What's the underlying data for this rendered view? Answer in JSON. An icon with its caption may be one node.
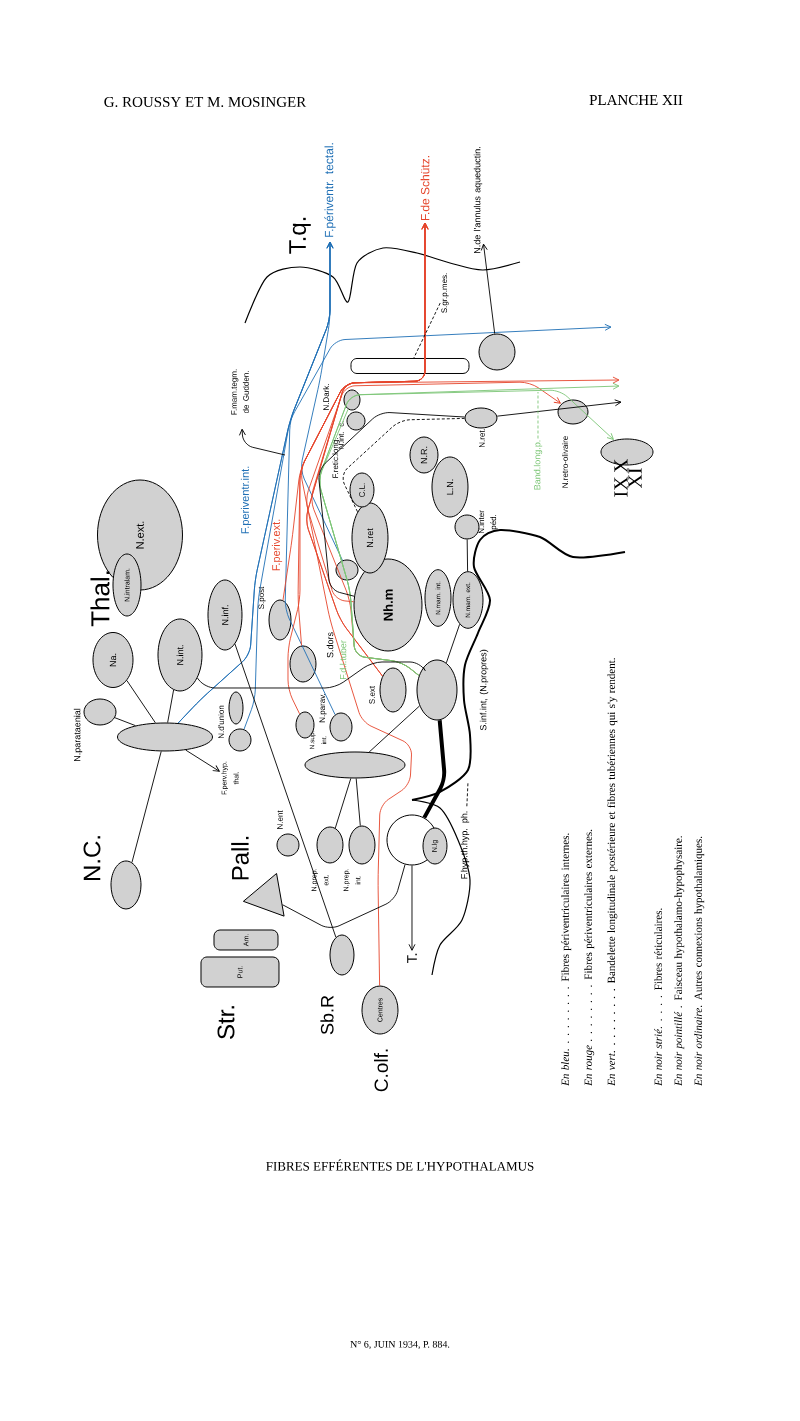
{
  "diagram": {
    "caption": "FIBRES EFFÉRENTES DE L'HYPOTHALAMUS",
    "nodes": [
      {
        "text": [
          "N.ext."
        ]
      },
      {
        "text": [
          "N.intralam."
        ]
      },
      {
        "text": [
          "Na."
        ]
      },
      {
        "text": [
          "N.int."
        ]
      },
      {
        "text": [
          "N.inf."
        ]
      },
      {
        "text": [],
        "shape": "ellipse"
      },
      {
        "text": [],
        "shape": "ellipse",
        "beside": [
          "N.parataenial"
        ]
      },
      {
        "text": [],
        "shape": "ellipse"
      },
      {
        "text": [],
        "shape": "circle",
        "beside": [
          "N.d'union"
        ]
      },
      {
        "text": [],
        "shape": "ellipse",
        "beside": [
          "S.post"
        ]
      },
      {
        "text": [],
        "shape": "ellipse",
        "beside": [
          "S.dors"
        ]
      },
      {
        "text": [],
        "shape": "ellipse",
        "beside": [
          "N.sup. int."
        ]
      },
      {
        "text": [],
        "shape": "ellipse",
        "beside": [
          "N.parav."
        ]
      },
      {
        "text": [],
        "shape": "ellipse",
        "beside": [
          "S.ext"
        ]
      },
      {
        "text": [
          "Nh.m"
        ]
      },
      {
        "text": [],
        "shape": "ellipse"
      },
      {
        "text": [
          "N.ret"
        ]
      },
      {
        "text": [
          "C.L."
        ]
      },
      {
        "text": [
          "N.R."
        ]
      },
      {
        "text": [
          "L.N."
        ]
      },
      {
        "text": [],
        "shape": "ellipse",
        "beside": [
          "N.ret."
        ]
      },
      {
        "text": [],
        "shape": "ellipse",
        "beside": [
          "N.retro-olivaire"
        ]
      },
      {
        "text": [],
        "shape": "ellipse",
        "beside": [
          "IX X XI"
        ]
      },
      {
        "text": [],
        "shape": "circle",
        "beside": [
          "N.inter péd."
        ]
      },
      {
        "text": [
          "N.mam. int."
        ]
      },
      {
        "text": [
          "N.mam. ext."
        ]
      },
      {
        "text": [],
        "shape": "ellipse",
        "beside": [
          "S.inf.int, (N.propres)"
        ]
      },
      {
        "text": [],
        "shape": "ellipse"
      },
      {
        "text": [],
        "shape": "ellipse",
        "beside": [
          "N.prep. ext."
        ]
      },
      {
        "text": [],
        "shape": "ellipse",
        "beside": [
          "N.prep. int."
        ]
      },
      {
        "text": [],
        "shape": "circle",
        "beside": [
          "N.ent"
        ]
      },
      {
        "text": [],
        "shape": "circle"
      },
      {
        "text": [
          "N.lg"
        ]
      },
      {
        "text": [],
        "shape": "ellipse",
        "beside": [
          "N.C."
        ]
      },
      {
        "text": [],
        "shape": "triangle",
        "beside": [
          "Pall."
        ]
      },
      {
        "text": [
          "Am."
        ]
      },
      {
        "text": [
          "Put."
        ]
      },
      {
        "text": [],
        "shape": "ellipse",
        "beside": [
          "Sb.R"
        ]
      },
      {
        "text": [
          "Centres"
        ],
        "beside": [
          "C.olf."
        ]
      },
      {
        "text": [
          "T."
        ]
      },
      {
        "text": [],
        "shape": "circle"
      },
      {
        "text": [
          "N.de l'annulus aqueductin."
        ]
      },
      {
        "text": [
          "F.de Schütz."
        ]
      },
      {
        "text": [
          "F.périventr. tectal."
        ]
      },
      {
        "text": [
          "F.mam.tegm. de Gudden."
        ]
      },
      {
        "text": [],
        "shape": "ellipse",
        "beside": [
          "N.Dark."
        ]
      },
      {
        "text": [],
        "shape": "circle",
        "beside": [
          "N.int. c."
        ]
      },
      {
        "text": [
          "F.hyp.th.hyp. ph."
        ]
      },
      {
        "text": [
          "S.gr.p.mes."
        ]
      },
      {
        "text": [
          "Band.long.p."
        ]
      },
      {
        "text": [
          "F.perv.hyp. thal."
        ]
      },
      {
        "text": [],
        "shape": "box"
      }
    ],
    "edges": [
      {
        "from": 7,
        "to": 43,
        "arrow": "to",
        "color": "#1f6fb5"
      },
      {
        "from": 8,
        "to": 43,
        "arrow": "to",
        "color": "#1f6fb5"
      },
      {
        "from": 12,
        "to": 43,
        "arrow": "to",
        "color": "#1f6fb5"
      },
      {
        "from": 15,
        "to": 43,
        "arrow": "to",
        "color": "#1f6fb5"
      },
      {
        "from": 7,
        "to": null,
        "arrow": "to",
        "color": "#1f6fb5"
      },
      {
        "from": 38,
        "to": 42,
        "arrow": "to",
        "color": "#e5452b"
      },
      {
        "from": 9,
        "to": 42,
        "arrow": "to",
        "color": "#e5452b"
      },
      {
        "from": 10,
        "to": 42,
        "arrow": "to",
        "color": "#e5452b"
      },
      {
        "from": 11,
        "to": 42,
        "arrow": "to",
        "color": "#e5452b"
      },
      {
        "from": 13,
        "to": 42,
        "arrow": "to",
        "color": "#e5452b"
      },
      {
        "from": 26,
        "to": 42,
        "arrow": "to",
        "color": "#e5452b"
      },
      {
        "from": 14,
        "to": 21,
        "arrow": "to",
        "color": "#e5452b"
      },
      {
        "from": 13,
        "to": null,
        "arrow": "to",
        "color": "#e5452b"
      },
      {
        "from": 26,
        "to": 22,
        "arrow": "to",
        "color": "#7cc576"
      },
      {
        "from": 26,
        "to": null,
        "arrow": "to",
        "color": "#7cc576"
      },
      {
        "from": 26,
        "to": 45,
        "arrow": "none",
        "color": "#7cc576"
      },
      {
        "from": 40,
        "to": 41,
        "arrow": "to"
      },
      {
        "from": 20,
        "to": null,
        "arrow": "to"
      },
      {
        "from": 14,
        "to": 20,
        "arrow": "none"
      },
      {
        "from": 33,
        "to": 7,
        "arrow": "none"
      },
      {
        "from": 2,
        "to": 7,
        "arrow": "none"
      },
      {
        "from": 3,
        "to": 7,
        "arrow": "none"
      },
      {
        "from": 6,
        "to": 7,
        "arrow": "none"
      },
      {
        "from": 3,
        "to": 26,
        "arrow": "none"
      },
      {
        "from": 34,
        "to": 31,
        "arrow": "none"
      },
      {
        "from": 37,
        "to": 4,
        "arrow": "none"
      },
      {
        "from": 28,
        "to": 27,
        "arrow": "none"
      },
      {
        "from": 29,
        "to": 27,
        "arrow": "none"
      },
      {
        "from": 23,
        "to": 25,
        "arrow": "none"
      },
      {
        "from": 25,
        "to": 26,
        "arrow": "none"
      },
      {
        "from": 26,
        "to": 31,
        "arrow": "none",
        "style": "thick"
      },
      {
        "from": 16,
        "to": 20,
        "arrow": "none",
        "style": "dashed"
      },
      {
        "from": 31,
        "to": 39,
        "arrow": "to"
      },
      {
        "from": 7,
        "to": 50,
        "arrow": "to"
      },
      {
        "from": null,
        "to": 44,
        "arrow": "to"
      },
      {
        "from": 47,
        "to": null,
        "arrow": "none",
        "style": "dashed"
      },
      {
        "from": 48,
        "to": 51,
        "arrow": "none",
        "style": "dashed"
      },
      {
        "from": 49,
        "to": null,
        "arrow": "none",
        "style": "dashed",
        "color": "#7cc576"
      },
      {
        "from": 27,
        "to": 26,
        "arrow": "none"
      }
    ],
    "labels": [
      "G. ROUSSY ET M. MOSINGER",
      "PLANCHE XII",
      "T.q.",
      "Thal.",
      "Str.",
      "F.periventr.int.",
      "F.periv.ext.",
      "F.d.l.tuber",
      "F.retic.long.",
      "N° 6, JUIN 1934, P. 884."
    ],
    "legend": [
      {
        "text": "*En bleu*. . . . . . . . . Fibres périventriculaires internes."
      },
      {
        "text": "*En rouge* . . . . . . . . Fibres périventriculaires externes."
      },
      {
        "text": "*En vert*. . . . . . . . . Bandelette longitudinale postérieure et fibres tubériennes qui s'y rendent."
      },
      {
        "text": "*En noir strié*. . . . . Fibres réticulaires."
      },
      {
        "text": "*En noir pointillé* . Faisceau hypothalamo-hypophysaire."
      },
      {
        "text": "*En noir ordinaire*. Autres connexions hypothalamiques."
      }
    ]
  }
}
